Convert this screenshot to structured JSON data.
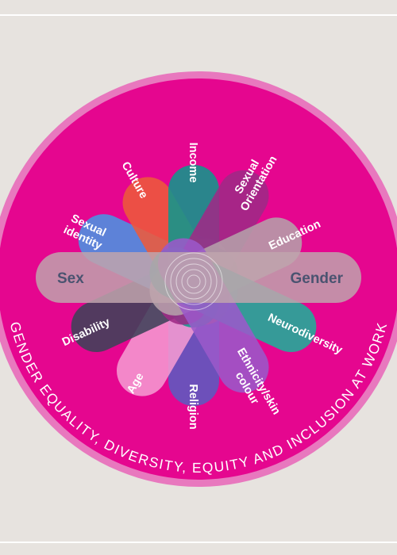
{
  "diagram": {
    "ring_text": "GENDER EQUALITY, DIVERSITY, EQUITY AND INCLUSION AT WORK",
    "colors": {
      "background": "#e7e3df",
      "outer_ring": "#e878be",
      "main_circle": "#e5068f"
    },
    "bar": {
      "left_label": "Sex",
      "right_label": "Gender",
      "color": "#bfa4ad",
      "text_color": "#4a5370"
    },
    "petals": [
      {
        "id": "religion",
        "lines": [
          "Religion"
        ],
        "color": "#5c5bc0"
      },
      {
        "id": "age",
        "lines": [
          "Age"
        ],
        "color": "#f59ad2"
      },
      {
        "id": "disability",
        "lines": [
          "Disability"
        ],
        "color": "#3d4259"
      },
      {
        "id": "sexual-identity",
        "lines": [
          "Sexual",
          "identity"
        ],
        "color": "#4a94e2"
      },
      {
        "id": "culture",
        "lines": [
          "Culture"
        ],
        "color": "#ed5a3b"
      },
      {
        "id": "income",
        "lines": [
          "Income"
        ],
        "color": "#10978c"
      },
      {
        "id": "sexual-orientation",
        "lines": [
          "Sexual",
          "Orientation"
        ],
        "color": "#9e2a86"
      },
      {
        "id": "education",
        "lines": [
          "Education"
        ],
        "color": "#b5a0aa"
      },
      {
        "id": "neurodiversity",
        "lines": [
          "Neurodiversity"
        ],
        "color": "#1eaf9a"
      },
      {
        "id": "ethnicity",
        "lines": [
          "Ethnicity/skin",
          "colour"
        ],
        "color": "#9b59c9"
      }
    ]
  }
}
